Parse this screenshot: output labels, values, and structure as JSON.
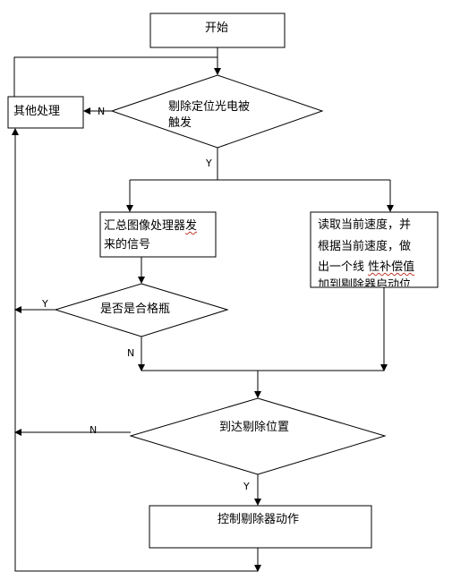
{
  "nodes": {
    "start": "开始",
    "other": "其他处理",
    "decision_trigger_line1": "剔除定位光电被",
    "decision_trigger_line2": "触发",
    "collect_line1_a": "汇总图像处理器",
    "collect_line1_b": "发",
    "collect_line2": "来的信号",
    "speed_line1": "读取当前速度，并",
    "speed_line2": "根据当前速度，做",
    "speed_line3_a": "出一个线",
    "speed_line3_b": "性补偿值",
    "speed_line4": "加到剔除器启动位",
    "decision_qualified": "是否是合格瓶",
    "decision_position": "到达剔除位置",
    "action": "控制剔除器动作"
  },
  "edge_labels": {
    "trigger_no": "N",
    "trigger_yes": "Y",
    "qualified_no": "Y",
    "qualified_yes": "N",
    "position_no": "N",
    "position_yes": "Y"
  }
}
